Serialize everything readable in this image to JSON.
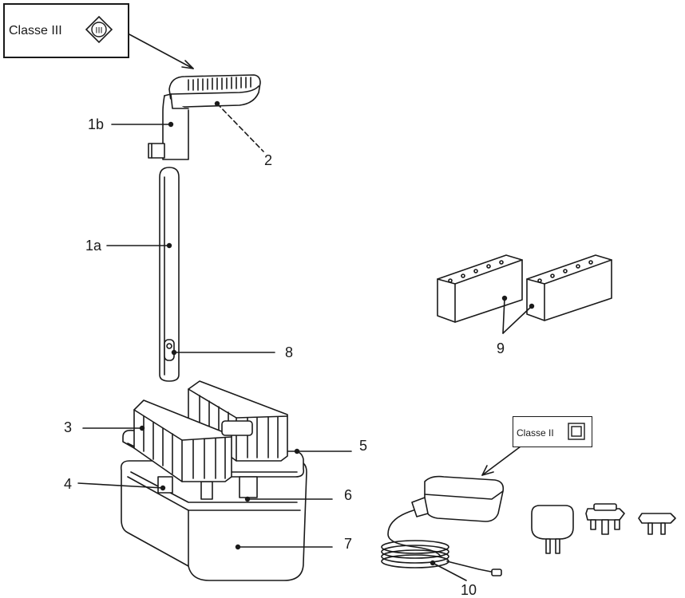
{
  "labels": {
    "classe_iii": "Classe III",
    "classe_iii_symbol": "III",
    "classe_ii": "Classe II",
    "part_1a": "1a",
    "part_1b": "1b",
    "part_2": "2",
    "part_3": "3",
    "part_4": "4",
    "part_5": "5",
    "part_6": "6",
    "part_7": "7",
    "part_8": "8",
    "part_9": "9",
    "part_10": "10"
  },
  "colors": {
    "line": "#1a1a1a",
    "fill": "#ffffff",
    "shade": "#e9e9e9"
  }
}
